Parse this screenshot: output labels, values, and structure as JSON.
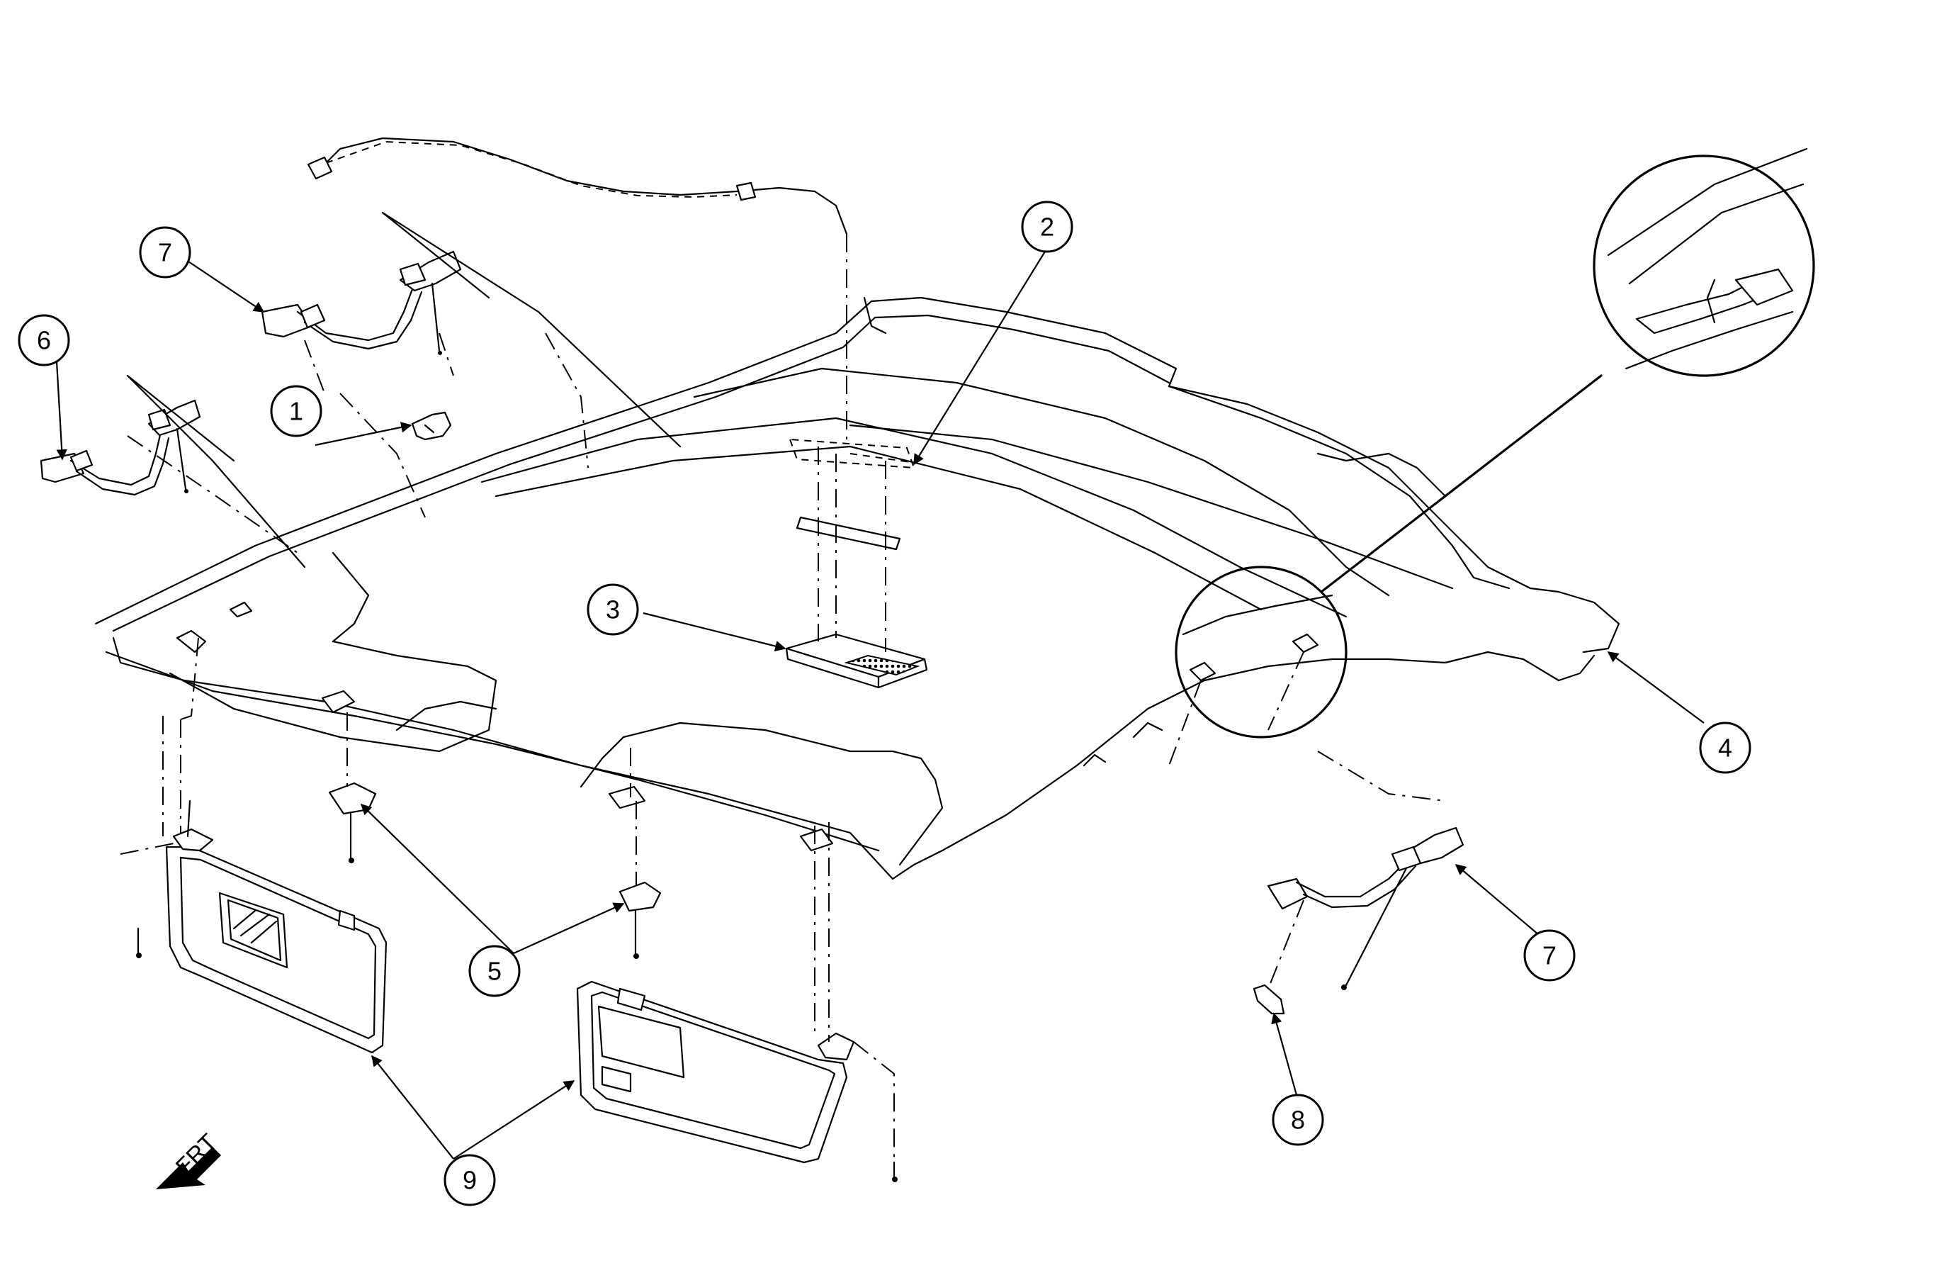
{
  "callouts": [
    {
      "id": "c1",
      "label": "1"
    },
    {
      "id": "c2",
      "label": "2"
    },
    {
      "id": "c3",
      "label": "3"
    },
    {
      "id": "c4",
      "label": "4"
    },
    {
      "id": "c5",
      "label": "5"
    },
    {
      "id": "c6",
      "label": "6"
    },
    {
      "id": "c7a",
      "label": "7"
    },
    {
      "id": "c7b",
      "label": "7"
    },
    {
      "id": "c8",
      "label": "8"
    },
    {
      "id": "c9",
      "label": "9"
    }
  ],
  "direction_label": "FRT"
}
